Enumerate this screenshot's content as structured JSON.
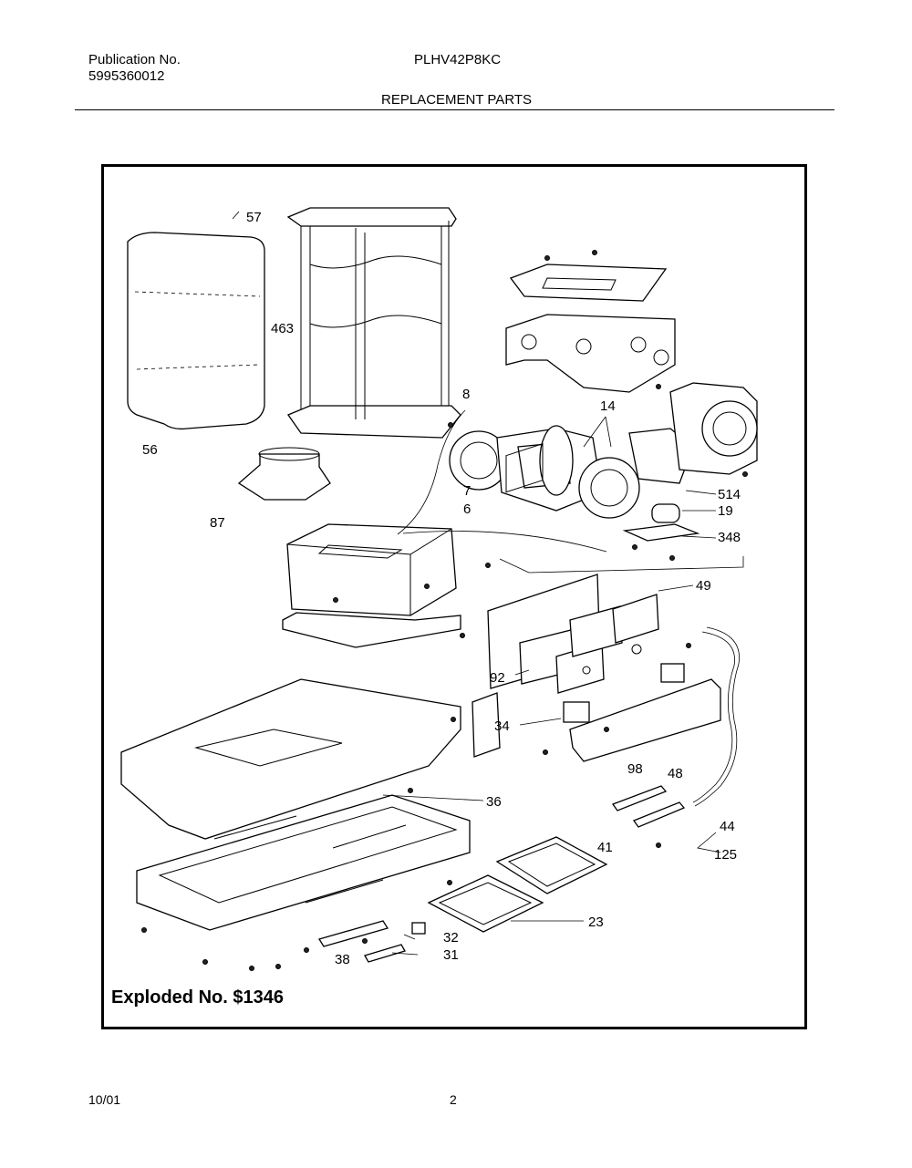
{
  "header": {
    "publication_label": "Publication No.",
    "publication_number": "5995360012",
    "model": "PLHV42P8KC",
    "section": "REPLACEMENT PARTS"
  },
  "callouts": {
    "p57": "57",
    "p463": "463",
    "p56": "56",
    "p87": "87",
    "p8": "8",
    "p14": "14",
    "p7": "7",
    "p6": "6",
    "p514": "514",
    "p19": "19",
    "p348": "348",
    "p49": "49",
    "p92": "92",
    "p34": "34",
    "p98": "98",
    "p48": "48",
    "p36": "36",
    "p44": "44",
    "p41": "41",
    "p125": "125",
    "p23": "23",
    "p32": "32",
    "p38": "38",
    "p31": "31"
  },
  "exploded_label": "Exploded No. $1346",
  "footer": {
    "date": "10/01",
    "page": "2"
  }
}
